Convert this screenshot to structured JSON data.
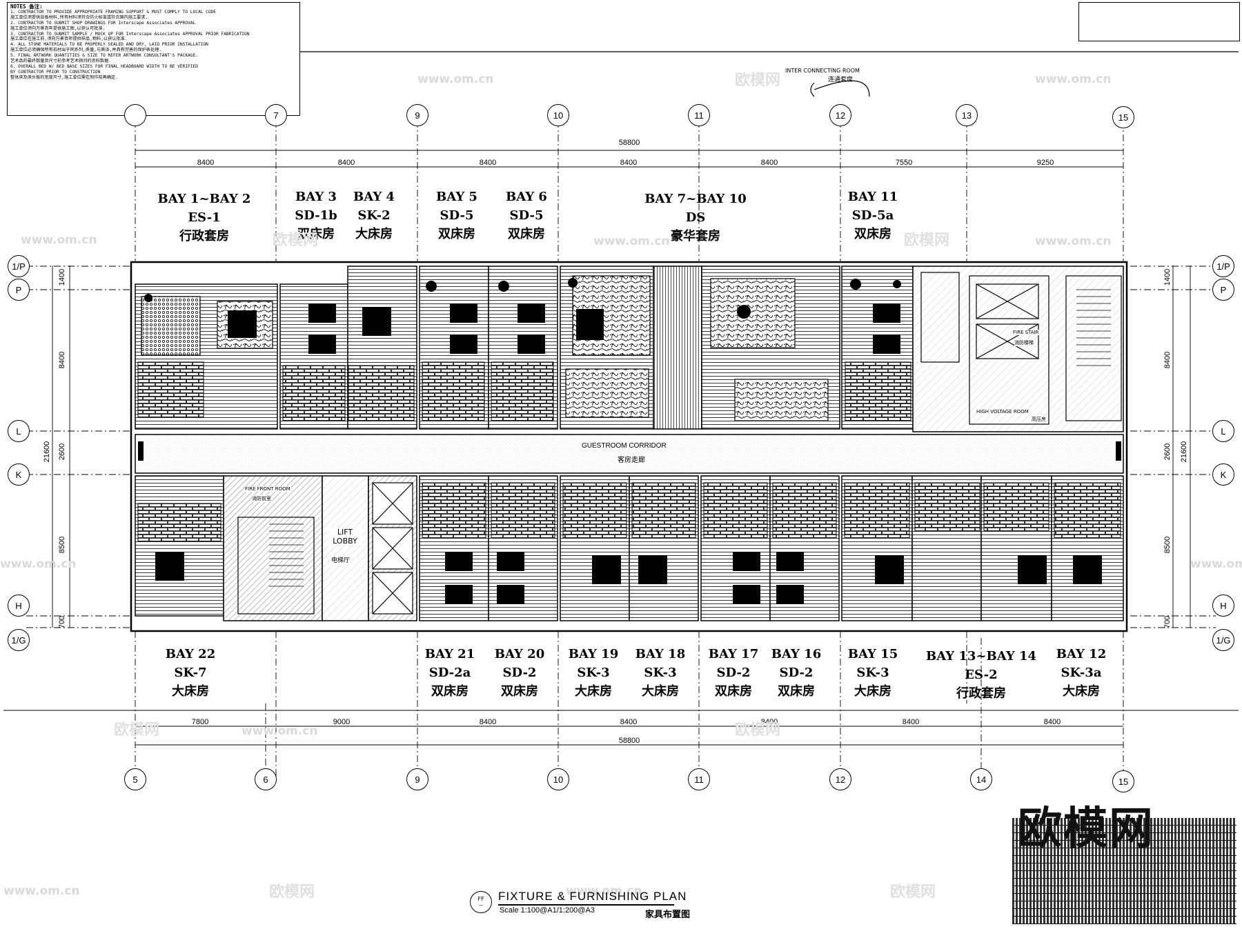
{
  "notes": {
    "title": "NOTES  备注:",
    "lines": [
      "1. CONTRACTOR TO PROVIDE APPROPRIATE FRAMING SUPPORT & MUST COMPLY TO LOCAL CODE",
      "施工单位须提供背板材料,所有材料须符合防火标准或符合国内施工要求.",
      "2. CONTRACTOR TO SUBMIT SHOP DRAWINGS FOR  Interscape Associates APPROVAL",
      "施工单位须向万景百年提供施工图,以获认可批准.",
      "3. CONTRACTOR TO SUBMIT SAMPLE / MOCK UP FOR Interscape Associates APPROVAL PRIOR FABRICATION",
      "施工单位在施工前,须向万景百年提供样品,物料,以获认批准.",
      "4. ALL STONE MATERIALS TO BE PROPERLY SEALED AND DRY, LAID PRIOR INSTALLATION",
      "施工单位必须确保所有石材出于同系列,质量,与质泽,并具有完善的保护表处理.",
      "5. FINAL ARTWORK QUANTITIES & SIZE TO REFER ARTWORK CONSULTANT'S PACKAGE.",
      "艺术品的最终数量及尺寸前参考艺术顾问的资料数据.",
      "6. OVERALL BED W/ BED BASE SIZES FOR FINAL HEADBOARD WIDTH TO BE VERIFIED",
      "BY CONTRACTOR  PRIOR TO CONSTRUCTION",
      "整体床及床头板的宽度尺寸,施工单位需在制作前再确定."
    ]
  },
  "top_label": {
    "en": "INTER CONNECTING ROOM",
    "cn": "连通套房"
  },
  "grid_top": [
    "7",
    "9",
    "10",
    "11",
    "12",
    "13",
    "15"
  ],
  "grid_bottom": [
    "5",
    "6",
    "9",
    "10",
    "11",
    "12",
    "14",
    "15"
  ],
  "grid_left": [
    "1/P",
    "P",
    "L",
    "K",
    "H",
    "1/G"
  ],
  "grid_right": [
    "1/P",
    "P",
    "L",
    "K",
    "H",
    "1/G"
  ],
  "dims_top_total": "58800",
  "dims_top": [
    "8400",
    "8400",
    "8400",
    "8400",
    "8400",
    "7550",
    "9250"
  ],
  "dims_bottom": [
    "7800",
    "9000",
    "8400",
    "8400",
    "8400",
    "8400",
    "8400"
  ],
  "dims_bottom_total": "58800",
  "dims_left": [
    "1400",
    "8400",
    "2600",
    "8500",
    "700"
  ],
  "dims_left_total": "21600",
  "dims_right": [
    "1400",
    "8400",
    "2600",
    "8500",
    "700"
  ],
  "dims_right_total": "21600",
  "bays_top": [
    {
      "l1": "BAY 1~BAY 2",
      "l2": "ES-1",
      "l3": "行政套房"
    },
    {
      "l1": "BAY 3",
      "l2": "SD-1b",
      "l3": "双床房"
    },
    {
      "l1": "BAY 4",
      "l2": "SK-2",
      "l3": "大床房"
    },
    {
      "l1": "BAY 5",
      "l2": "SD-5",
      "l3": "双床房"
    },
    {
      "l1": "BAY 6",
      "l2": "SD-5",
      "l3": "双床房"
    },
    {
      "l1": "BAY 7~BAY 10",
      "l2": "DS",
      "l3": "豪华套房"
    },
    {
      "l1": "BAY 11",
      "l2": "SD-5a",
      "l3": "双床房"
    }
  ],
  "bays_bottom": [
    {
      "l1": "BAY 22",
      "l2": "SK-7",
      "l3": "大床房"
    },
    {
      "l1": "BAY 21",
      "l2": "SD-2a",
      "l3": "双床房"
    },
    {
      "l1": "BAY 20",
      "l2": "SD-2",
      "l3": "双床房"
    },
    {
      "l1": "BAY 19",
      "l2": "SK-3",
      "l3": "大床房"
    },
    {
      "l1": "BAY 18",
      "l2": "SK-3",
      "l3": "大床房"
    },
    {
      "l1": "BAY 17",
      "l2": "SD-2",
      "l3": "双床房"
    },
    {
      "l1": "BAY 16",
      "l2": "SD-2",
      "l3": "双床房"
    },
    {
      "l1": "BAY 15",
      "l2": "SK-3",
      "l3": "大床房"
    },
    {
      "l1": "BAY 13~BAY 14",
      "l2": "ES-2",
      "l3": "行政套房"
    },
    {
      "l1": "BAY 12",
      "l2": "SK-3a",
      "l3": "大床房"
    }
  ],
  "corridor": {
    "en": "GUESTROOM CORRIDOR",
    "cn": "客房走廊"
  },
  "rooms": {
    "fire_stair_top": "FIRE STAIR",
    "fire_stair_top_cn": "消防楼梯",
    "hv_room": "HIGH VOLTAGE ROOM",
    "hv_room_cn": "高压房",
    "fire_front": "FIRE FRONT ROOM",
    "fire_front_cn": "消防前室",
    "lift_lobby": "LIFT LOBBY",
    "lift_lobby_cn": "电梯厅"
  },
  "title": {
    "symbol_top": "FF",
    "symbol_bottom": "--",
    "en": "FIXTURE & FURNISHING PLAN",
    "scale": "Scale 1:100@A1/1:200@A3",
    "cn": "家具布置图"
  },
  "schedule_logo": "欧模网",
  "watermarks": [
    "www.om.cn",
    "欧模网"
  ]
}
